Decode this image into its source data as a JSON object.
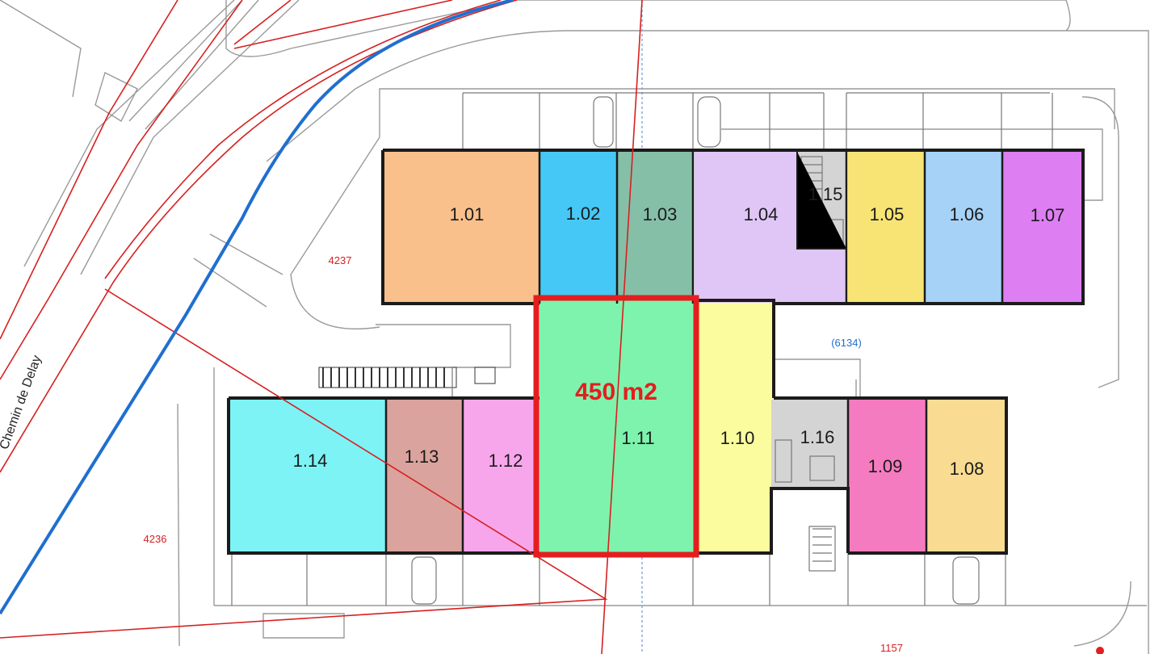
{
  "street_name": "Chemin de Delay",
  "parcels": [
    "4237",
    "4236",
    "(6134)",
    "1157"
  ],
  "highlight": {
    "text": "450 m2",
    "color": "#e41e1e"
  },
  "units": [
    {
      "id": "1.01",
      "color": "#f9c08b"
    },
    {
      "id": "1.02",
      "color": "#45c8f5"
    },
    {
      "id": "1.03",
      "color": "#86bfa7"
    },
    {
      "id": "1.04",
      "color": "#dfc6f6"
    },
    {
      "id": "1.15",
      "color": "#d4d4d4"
    },
    {
      "id": "1.05",
      "color": "#f7e474"
    },
    {
      "id": "1.06",
      "color": "#a6d2f7"
    },
    {
      "id": "1.07",
      "color": "#dd7ef2"
    },
    {
      "id": "1.14",
      "color": "#7df3f6"
    },
    {
      "id": "1.13",
      "color": "#dba39d"
    },
    {
      "id": "1.12",
      "color": "#f7a6ec"
    },
    {
      "id": "1.11",
      "color": "#7df3ad"
    },
    {
      "id": "1.10",
      "color": "#fafc9e"
    },
    {
      "id": "1.16",
      "color": "#d4d4d4"
    },
    {
      "id": "1.09",
      "color": "#f57bc0"
    },
    {
      "id": "1.08",
      "color": "#f9dc92"
    }
  ],
  "colors": {
    "boundary_line": "#d62020",
    "utility_line": "#1f6fd0",
    "wall": "#1b1b1b"
  }
}
